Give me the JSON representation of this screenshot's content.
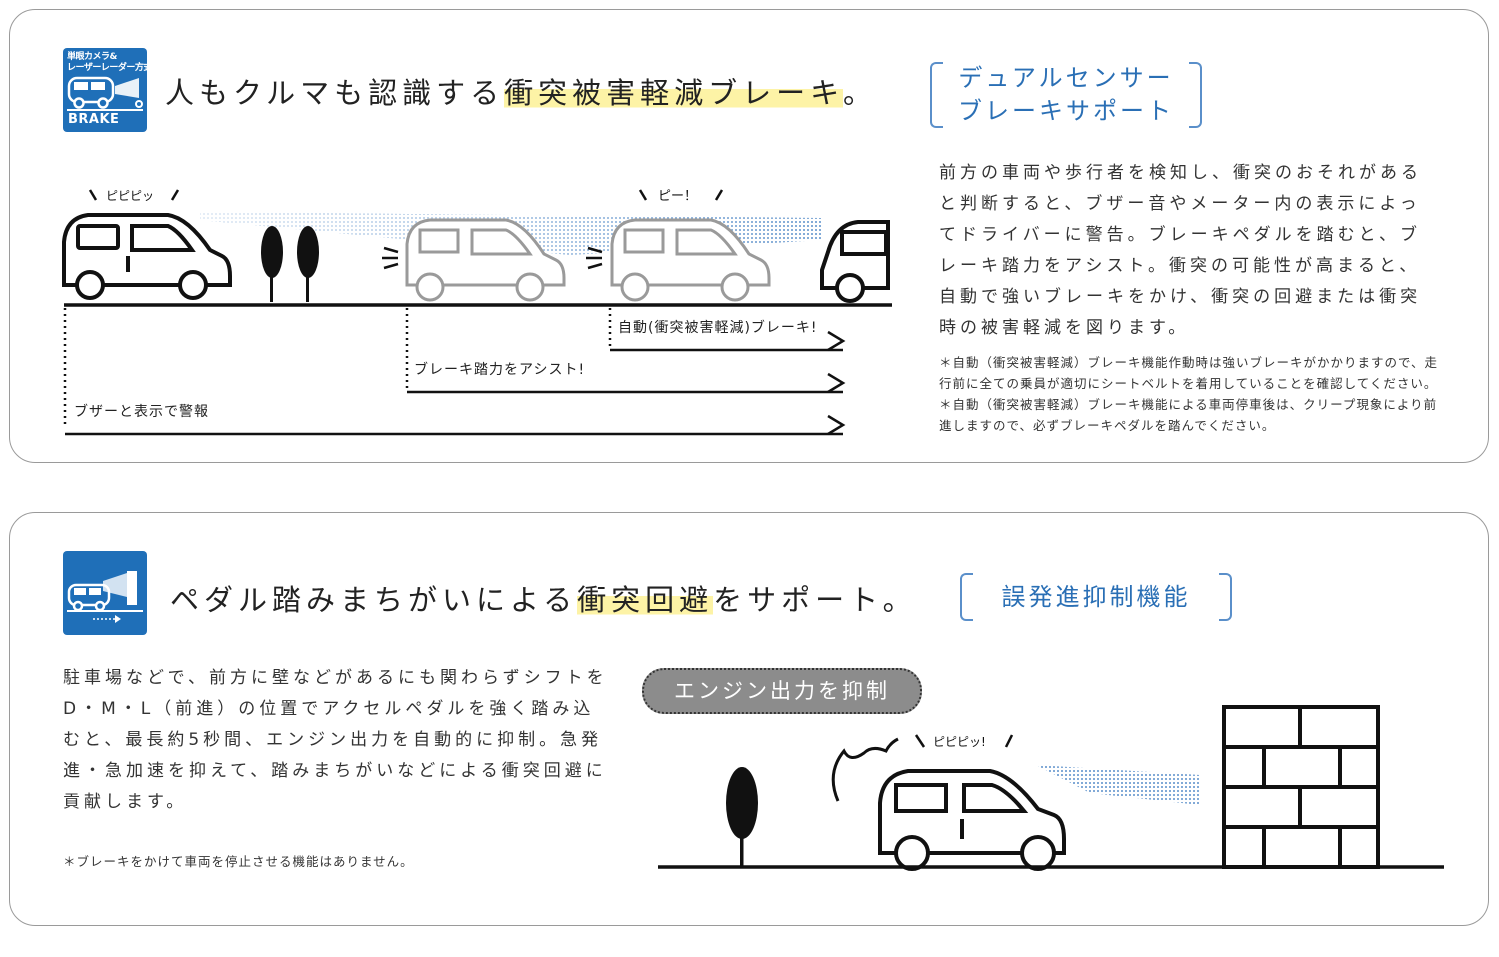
{
  "section1": {
    "icon": {
      "name": "camera-laser-radar-brake-icon",
      "caption": "単眼カメラ&\nレーザーレーダー方式",
      "label": "BRAKE",
      "color": "#1f6fb8"
    },
    "headline_prefix": "人もクルマも認識する",
    "headline_highlight": "衝突被害軽減ブレーキ",
    "headline_suffix": "。",
    "feature_name_line1": "デュアルセンサー",
    "feature_name_line2": "ブレーキサポート",
    "description": "前方の車両や歩行者を検知し、衝突のおそれがあると判断すると、ブザー音やメーター内の表示によってドライバーに警告。ブレーキペダルを踏むと、ブレーキ踏力をアシスト。衝突の可能性が高まると、自動で強いブレーキをかけ、衝突の回避または衝突時の被害軽減を図ります。",
    "note": "＊自動（衝突被害軽減）ブレーキ機能作動時は強いブレーキがかかりますので、走行前に全ての乗員が適切にシートベルトを着用していることを確認してください。＊自動（衝突被害軽減）ブレーキ機能による車両停車後は、クリープ現象により前進しますので、必ずブレーキペダルを踏んでください。",
    "sound_1": "ピピピッ",
    "sound_2": "ピー！",
    "stage_labels": {
      "auto_brake": "自動(衝突被害軽減)ブレーキ!",
      "assist": "ブレーキ踏力をアシスト!",
      "warning": "ブザーと表示で警報"
    },
    "highlight_color": "#fdf3a6",
    "accent_color": "#2a6fb5"
  },
  "section2": {
    "icon": {
      "name": "car-wall-pedal-icon",
      "color": "#1f6fb8"
    },
    "headline_prefix": "ペダル踏みまちがいによる",
    "headline_highlight": "衝突回避",
    "headline_suffix": "をサポート。",
    "feature_name": "誤発進抑制機能",
    "description": "駐車場などで、前方に壁などがあるにも関わらずシフトをD・M・L（前進）の位置でアクセルペダルを強く踏み込むと、最長約5秒間、エンジン出力を自動的に抑制。急発進・急加速を抑えて、踏みまちがいなどによる衝突回避に貢献します。",
    "note": "＊ブレーキをかけて車両を停止させる機能はありません。",
    "badge": "エンジン出力を抑制",
    "sound": "ピピピッ!"
  }
}
